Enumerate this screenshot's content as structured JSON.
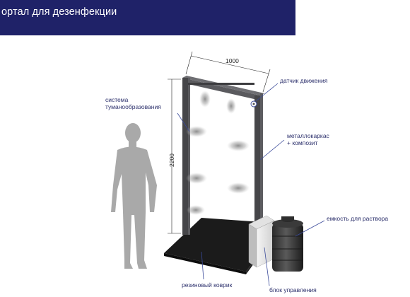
{
  "header": {
    "title": "ортал для дезенфекции"
  },
  "dimensions": {
    "width": "1000",
    "height": "2200"
  },
  "labels": {
    "motion_sensor": "датчик движения",
    "mist_line1": "система",
    "mist_line2": "туманообразования",
    "frame_line1": "металлокаркас",
    "frame_line2": "+ композит",
    "tank": "емкость для раствора",
    "mat": "резиновый коврик",
    "control": "блок управления"
  },
  "colors": {
    "header_bg": "#1f2268",
    "label_text": "#2b2f6b",
    "leader": "#3a4a9a",
    "frame": "#4a4a4e"
  }
}
